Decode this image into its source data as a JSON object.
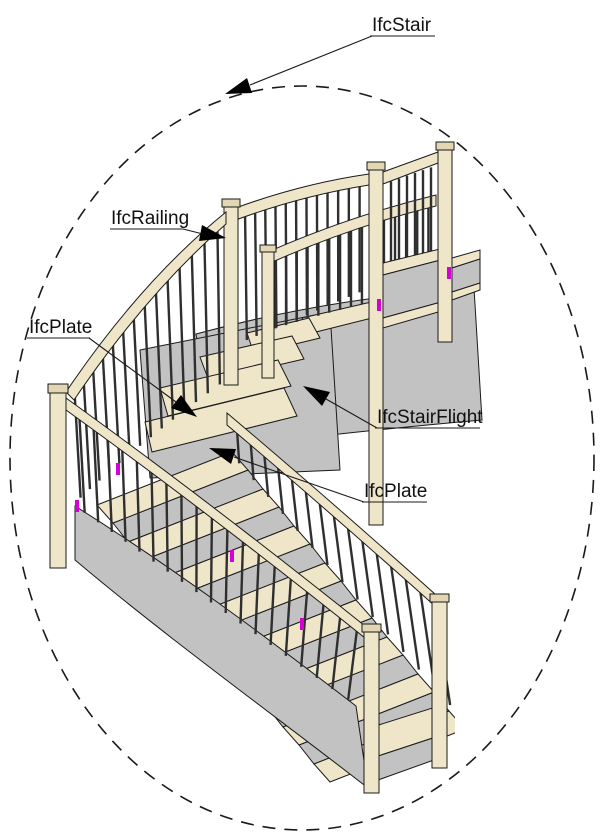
{
  "figure": {
    "type": "ifc-stair-exploded-annotation-diagram",
    "background": "#FFFFFF",
    "boundary": {
      "shape": "dashed-ellipse"
    },
    "labels": {
      "stair": "IfcStair",
      "railing": "IfcRailing",
      "plate_upper": "IfcPlate",
      "stair_flight": "IfcStairFlight",
      "plate_lower": "IfcPlate"
    },
    "colors": {
      "wood": "#EFE5C9",
      "wood_shade": "#E3D6B3",
      "gray": "#C2C2C2",
      "gray_shade": "#B2B2B2",
      "outline": "#1A1A1A",
      "baluster": "#2F2F2F",
      "marker": "#D400D4",
      "label_text": "#111111"
    }
  }
}
